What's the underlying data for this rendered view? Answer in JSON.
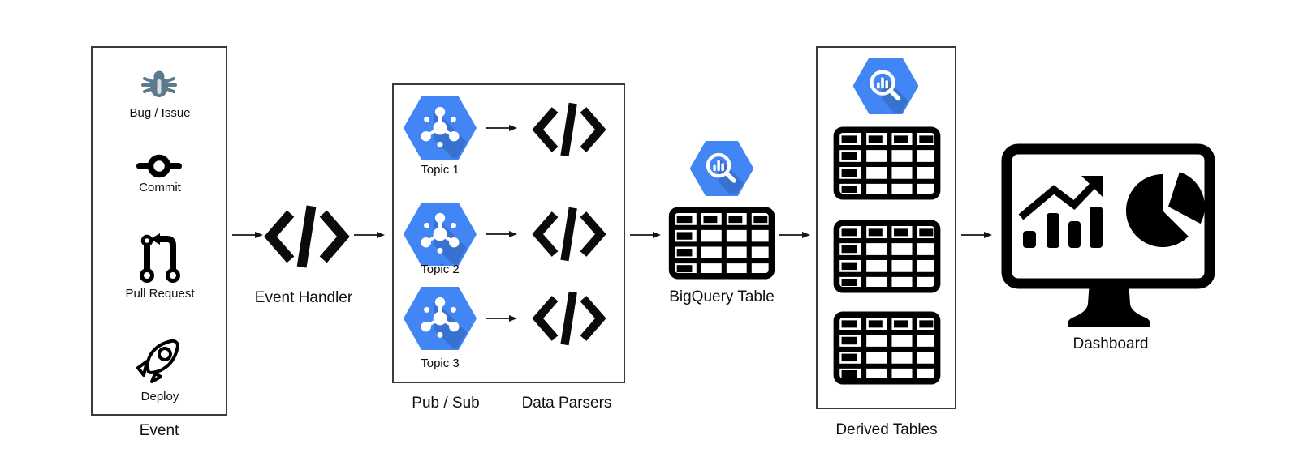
{
  "diagram": {
    "event_box": {
      "title": "Event",
      "items": [
        {
          "icon": "bug-icon",
          "label": "Bug / Issue"
        },
        {
          "icon": "git-commit-icon",
          "label": "Commit"
        },
        {
          "icon": "pull-request-icon",
          "label": "Pull Request"
        },
        {
          "icon": "rocket-icon",
          "label": "Deploy"
        }
      ]
    },
    "event_handler": {
      "icon": "code-icon",
      "label": "Event Handler"
    },
    "pubsub": {
      "box_label": "Pub / Sub",
      "parsers_label": "Data Parsers",
      "parser_icon": "code-icon",
      "topics": [
        {
          "icon": "pubsub-hexagon-icon",
          "label": "Topic 1"
        },
        {
          "icon": "pubsub-hexagon-icon",
          "label": "Topic 2"
        },
        {
          "icon": "pubsub-hexagon-icon",
          "label": "Topic 3"
        }
      ]
    },
    "bigquery": {
      "hex_icon": "bigquery-hexagon-icon",
      "table_icon": "table-icon",
      "label": "BigQuery Table"
    },
    "derived": {
      "hex_icon": "bigquery-hexagon-icon",
      "table_icon": "table-icon",
      "table_count": 3,
      "label": "Derived Tables"
    },
    "dashboard": {
      "icon": "monitor-analytics-icon",
      "label": "Dashboard"
    }
  },
  "colors": {
    "gcp_blue": "#4285F4",
    "bug_slate": "#5D7A8C",
    "ink": "#000000",
    "box_border": "#3A3A3A",
    "background": "#FFFFFF"
  }
}
